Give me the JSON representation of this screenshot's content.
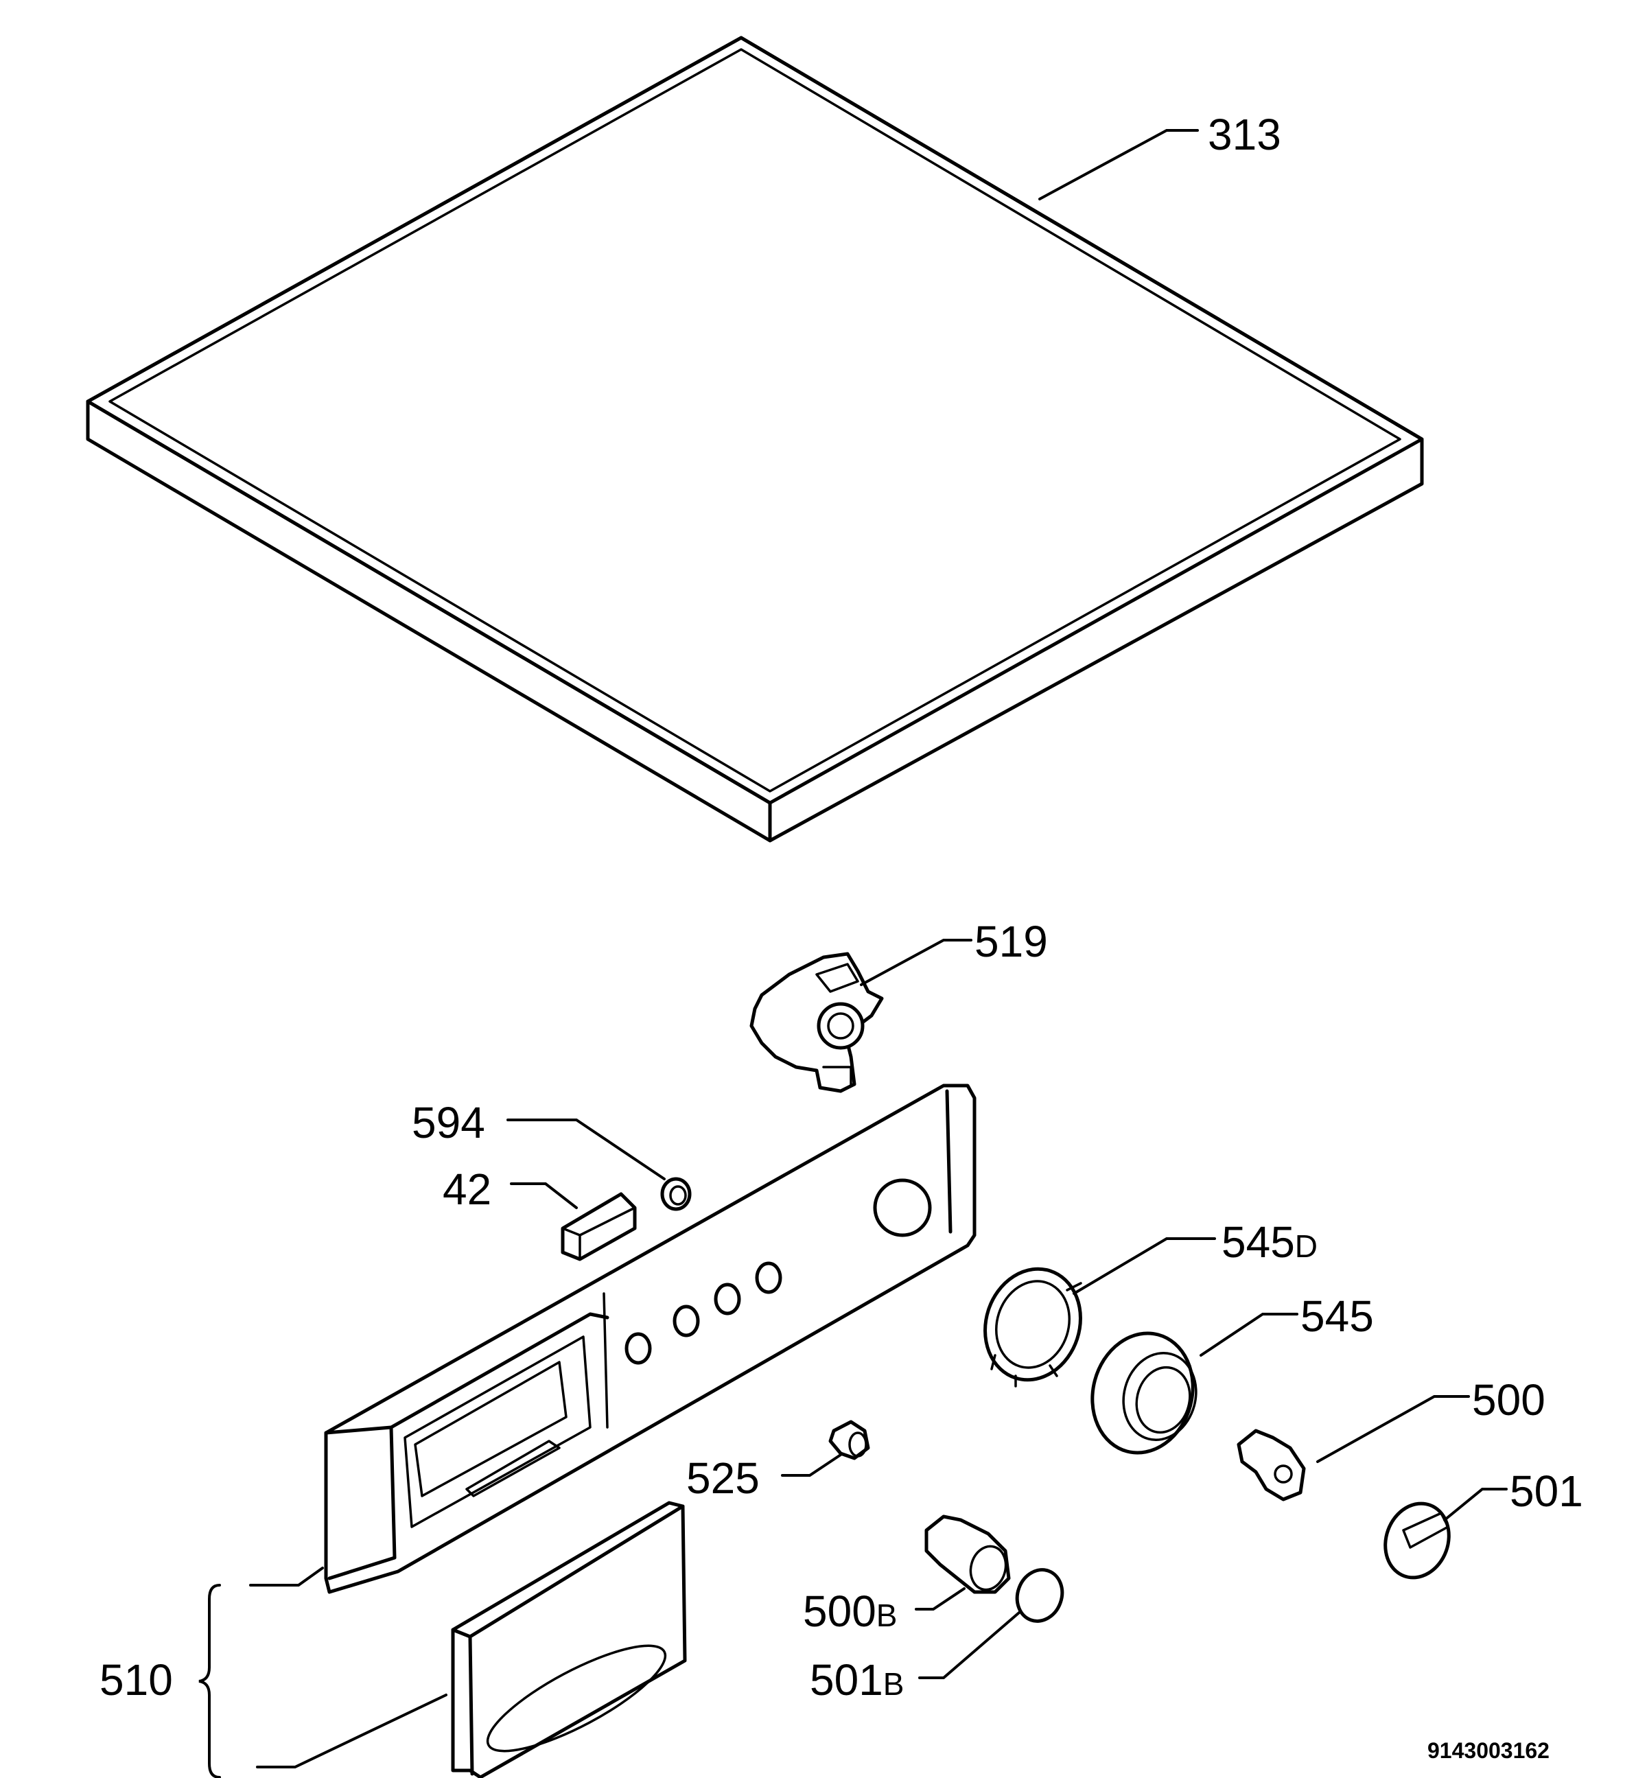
{
  "labels": {
    "top_cover": "313",
    "bracket": "519",
    "lamp": "594",
    "switch": "42",
    "knob_ring_holder": "545",
    "knob_ring_holder_suffix": "D",
    "knob_ring": "545",
    "knob_shaft": "500",
    "knob": "501",
    "light_pipe": "525",
    "button_shaft": "500",
    "button_shaft_suffix": "B",
    "button_cap": "501",
    "button_cap_suffix": "B",
    "control_panel": "510"
  },
  "drawing_code": "9143003162"
}
